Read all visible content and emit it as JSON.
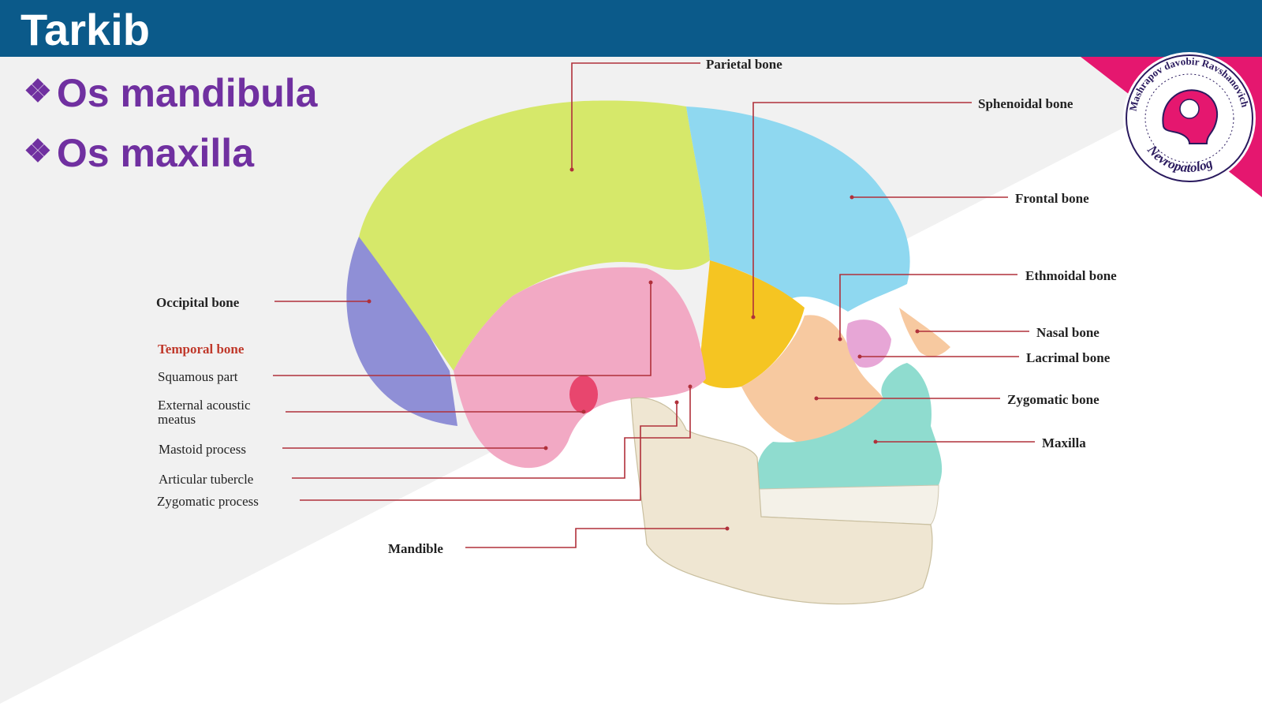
{
  "header": {
    "title": "Tarkib"
  },
  "bullets": [
    {
      "marker": "❖",
      "text": "Os mandibula"
    },
    {
      "marker": "❖",
      "text": "Os maxilla"
    }
  ],
  "diagram": {
    "labels": {
      "parietal": "Parietal bone",
      "sphenoidal": "Sphenoidal bone",
      "frontal": "Frontal bone",
      "ethmoidal": "Ethmoidal bone",
      "nasal": "Nasal bone",
      "lacrimal": "Lacrimal bone",
      "zygomatic": "Zygomatic bone",
      "maxilla": "Maxilla",
      "occipital": "Occipital bone",
      "temporal": "Temporal bone",
      "squamous": "Squamous part",
      "external_line1": "External acoustic",
      "external_line2": "meatus",
      "mastoid": "Mastoid process",
      "articular": "Articular tubercle",
      "zygomatic_process": "Zygomatic process",
      "mandible": "Mandible"
    }
  },
  "badge": {
    "text_top": "Mashrapov davobir Ravshanovich",
    "text_bottom": "Nevropatolog"
  },
  "colors": {
    "header": "#0b5a8a",
    "bullet": "#7030a0",
    "badge": "#e5176f",
    "parietal": "#d6e86a",
    "frontal": "#8fd8f0",
    "occipital": "#8f8fd6",
    "temporal": "#f2a9c4",
    "sphenoid": "#f5c522",
    "zygomatic": "#f7c9a0",
    "maxilla": "#8fdccf",
    "mandible": "#efe6d2"
  }
}
